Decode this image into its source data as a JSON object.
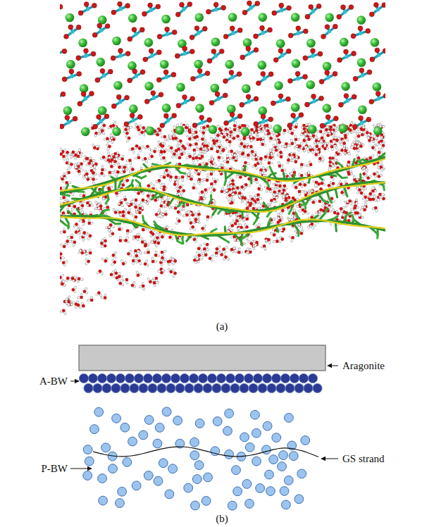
{
  "diagram": {
    "labels": [
      "(a)",
      "Aragonite",
      "A-BW",
      "GS strand",
      "P-BW",
      "(b)"
    ]
  }
}
